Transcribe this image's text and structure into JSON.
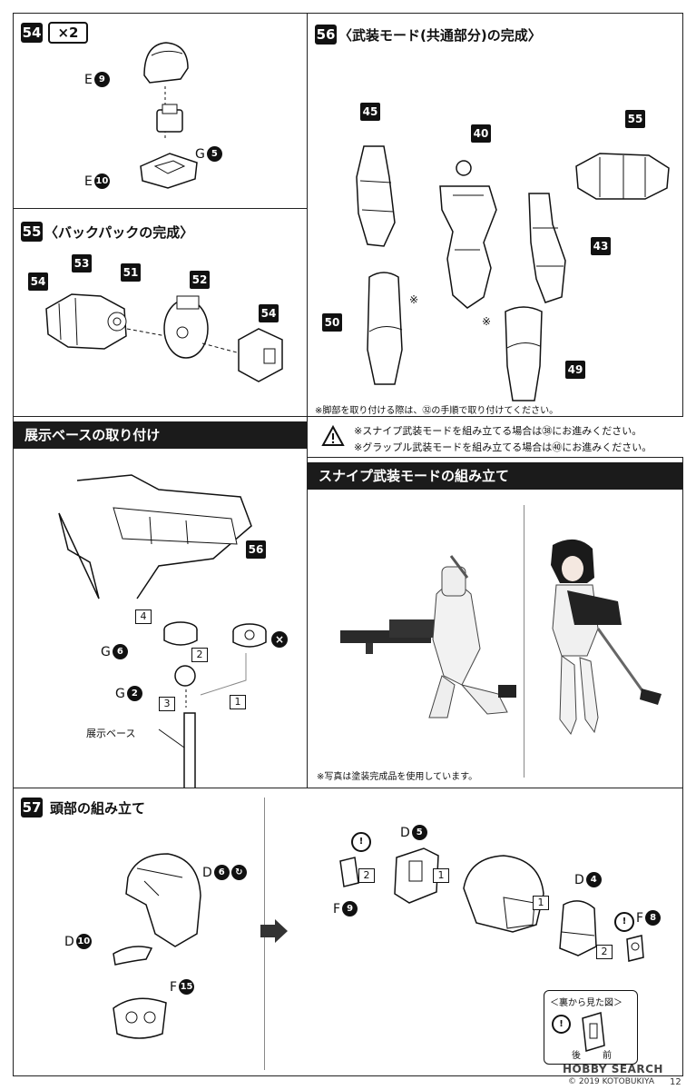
{
  "page_number": "12",
  "watermark": {
    "logo": "HOBBY SEARCH",
    "copyright": "© 2019 KOTOBUKIYA"
  },
  "step54": {
    "number": "54",
    "multiplier": "×2",
    "parts": [
      {
        "letter": "E",
        "num": "9"
      },
      {
        "letter": "G",
        "num": "5"
      },
      {
        "letter": "E",
        "num": "10"
      }
    ]
  },
  "step55": {
    "number": "55",
    "title": "〈バックパックの完成〉",
    "callouts": [
      "54",
      "53",
      "51",
      "52",
      "54"
    ]
  },
  "step56": {
    "number": "56",
    "title": "〈武装モード(共通部分)の完成〉",
    "callouts": [
      "45",
      "40",
      "55",
      "43",
      "50",
      "49"
    ],
    "marks": [
      "※",
      "※"
    ],
    "note": "※脚部を取り付ける際は、㉜の手順で取り付けてください。"
  },
  "display_base": {
    "title": "展示ベースの取り付け",
    "callout": "56",
    "parts": [
      {
        "letter": "G",
        "num": "6"
      },
      {
        "letter": "G",
        "num": "2"
      }
    ],
    "steps": [
      "4",
      "2",
      "3",
      "1"
    ],
    "base_label": "展示ベース",
    "x_mark": "×"
  },
  "warning": {
    "line1": "※スナイプ武装モードを組み立てる場合は㊳にお進みください。",
    "line2": "※グラップル武装モードを組み立てる場合は㊵にお進みください。"
  },
  "snipe": {
    "title": "スナイプ武装モードの組み立て",
    "note": "※写真は塗装完成品を使用しています。"
  },
  "step57": {
    "number": "57",
    "title": "頭部の組み立て",
    "left_parts": [
      {
        "letter": "D",
        "num": "6"
      },
      {
        "letter": "D",
        "num": "10"
      },
      {
        "letter": "F",
        "num": "15"
      }
    ],
    "right_parts": [
      {
        "letter": "D",
        "num": "5"
      },
      {
        "letter": "F",
        "num": "9"
      },
      {
        "letter": "D",
        "num": "4"
      },
      {
        "letter": "F",
        "num": "8"
      }
    ],
    "steps": [
      "2",
      "1",
      "1",
      "2"
    ],
    "inset_title": "＜裏から見た図＞",
    "inset_back": "後",
    "inset_front": "前",
    "exclaim": "!"
  }
}
